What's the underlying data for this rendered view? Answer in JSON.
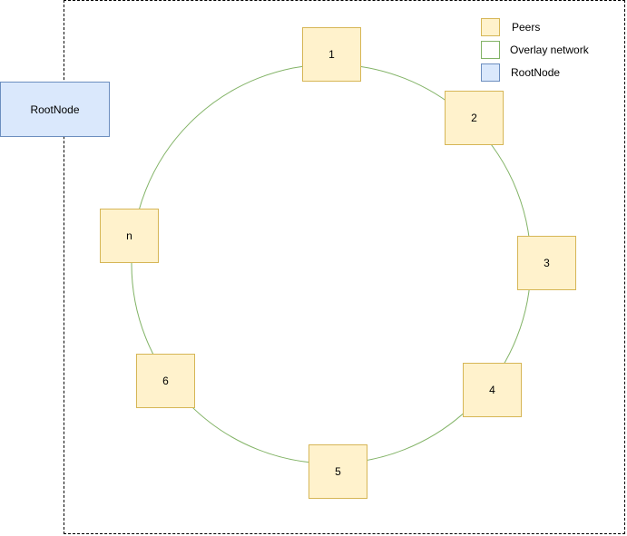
{
  "root_node": {
    "label": "RootNode",
    "fill": "#dae8fc",
    "stroke": "#6c8ebf"
  },
  "ring": {
    "stroke": "#82b366"
  },
  "peer_style": {
    "fill": "#fff2cc",
    "stroke": "#d6b656"
  },
  "peers": [
    {
      "label": "1"
    },
    {
      "label": "2"
    },
    {
      "label": "3"
    },
    {
      "label": "4"
    },
    {
      "label": "5"
    },
    {
      "label": "6"
    },
    {
      "label": "n"
    }
  ],
  "legend": {
    "peers": {
      "label": "Peers",
      "fill": "#fff2cc",
      "stroke": "#d6b656"
    },
    "overlay": {
      "label": "Overlay network",
      "fill": "#ffffff",
      "stroke": "#82b366"
    },
    "rootnode": {
      "label": "RootNode",
      "fill": "#dae8fc",
      "stroke": "#6c8ebf"
    }
  }
}
